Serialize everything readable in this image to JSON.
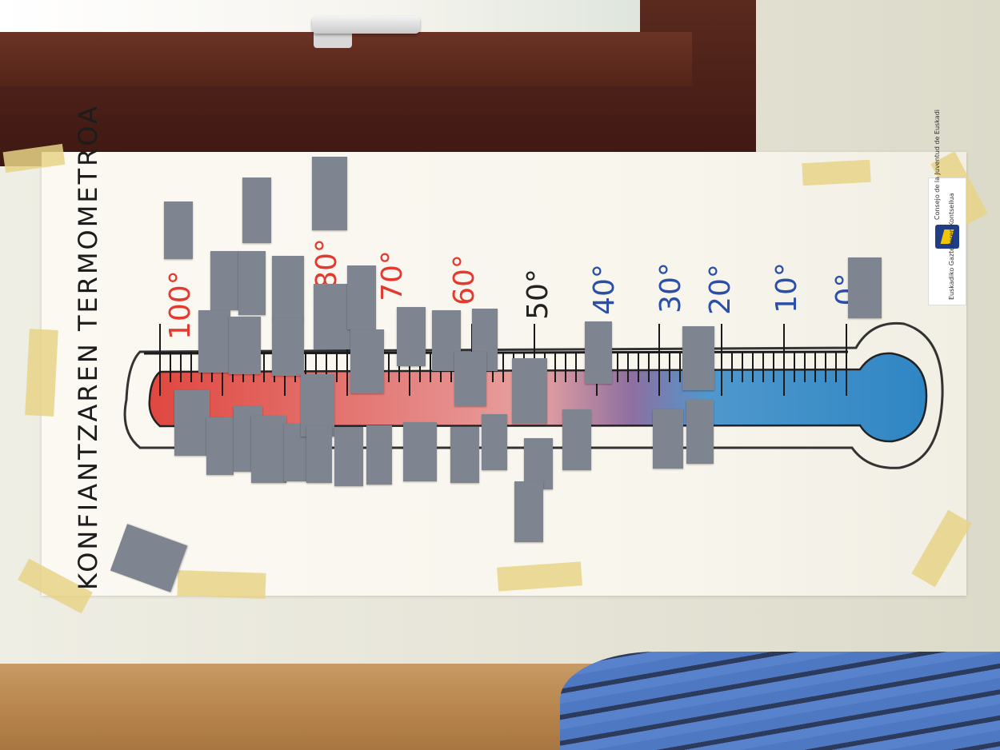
{
  "poster": {
    "title": "KONFIANTZAREN TERMOMETROA",
    "degree_labels": [
      {
        "text": "100°",
        "color": "#e23a2f"
      },
      {
        "text": "80°",
        "color": "#e23a2f"
      },
      {
        "text": "70°",
        "color": "#e23a2f"
      },
      {
        "text": "60°",
        "color": "#e23a2f"
      },
      {
        "text": "50°",
        "color": "#222222"
      },
      {
        "text": "40°",
        "color": "#2b4fa8"
      },
      {
        "text": "30°",
        "color": "#2b4fa8"
      },
      {
        "text": "20°",
        "color": "#2b4fa8"
      },
      {
        "text": "10°",
        "color": "#2b4fa8"
      },
      {
        "text": "0°",
        "color": "#2b4fa8"
      }
    ],
    "logo": {
      "line1": "Consejo de la Juventud de Euskadi",
      "line2": "Euskadiko Gazteriaren Kontseilua"
    }
  },
  "colors": {
    "hot": "#e0473f",
    "cold": "#2f86c3",
    "note": "#7e8590",
    "tape": "#e8d487"
  }
}
